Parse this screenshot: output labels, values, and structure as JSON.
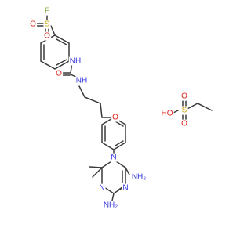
{
  "colors": {
    "bond": "#3a3a3a",
    "oxygen": "#e0231c",
    "nitrogen": "#3535e0",
    "sulfur": "#c9a400",
    "fluorine": "#8ab04a"
  },
  "labels": {
    "fluorine": "F",
    "sulfonyl_oxygen_left": "O",
    "sulfonyl_sulfur": "S",
    "sulfonyl_oxygen_bottom": "O",
    "urea_nh_top": "NH",
    "urea_oxygen": "O",
    "urea_nh_bottom": "NH",
    "ether_oxygen": "O",
    "ring_nitrogen_1": "N",
    "ring_nitrogen_3": "N",
    "ring_nitrogen_5": "N",
    "amino_top": "NH₂",
    "amino_bottom": "NH₂",
    "acid_oxygen_top": "O",
    "acid_sulfur": "S",
    "acid_hydroxyl": "HO",
    "acid_oxygen_bottom": "O"
  }
}
